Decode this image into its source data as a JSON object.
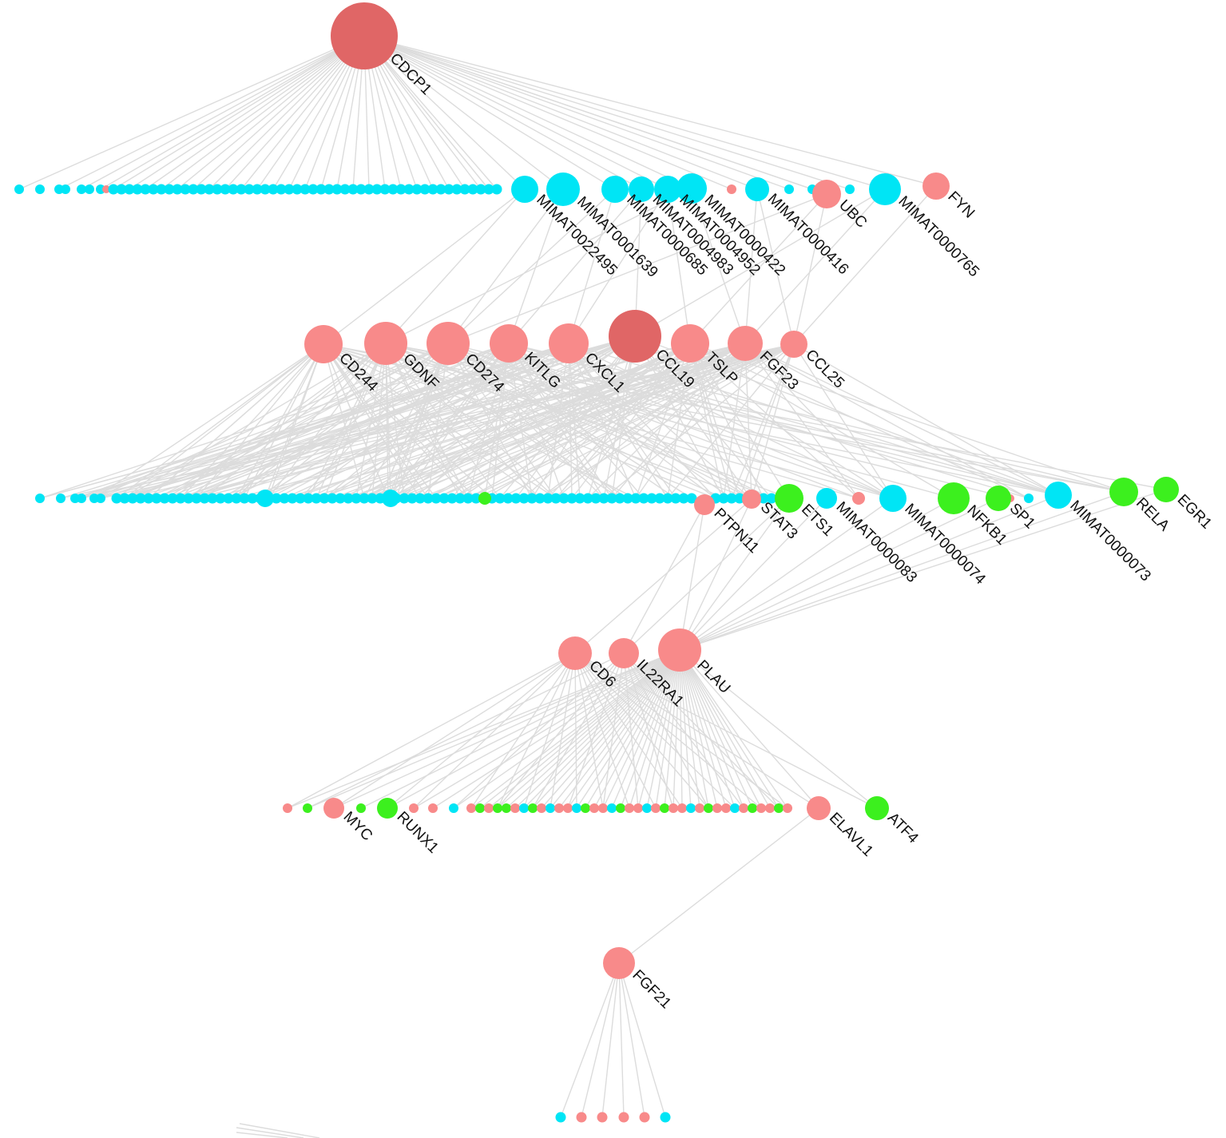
{
  "colors": {
    "edge": "#dcdcdc",
    "pink": "#f88a8a",
    "red": "#e06666",
    "cyan": "#00e5f5",
    "green": "#3cf01e"
  },
  "labels": {
    "CDCP1": "CDCP1",
    "MIMAT0022495": "MIMAT0022495",
    "MIMAT0001639": "MIMAT0001639",
    "MIMAT0000685": "MIMAT0000685",
    "MIMAT0004983": "MIMAT0004983",
    "MIMAT0004952": "MIMAT0004952",
    "MIMAT0000422": "MIMAT0000422",
    "MIMAT0000416": "MIMAT0000416",
    "UBC": "UBC",
    "MIMAT0000765": "MIMAT0000765",
    "FYN": "FYN",
    "CD244": "CD244",
    "GDNF": "GDNF",
    "CD274": "CD274",
    "KITLG": "KITLG",
    "CXCL1": "CXCL1",
    "CCL19": "CCL19",
    "TSLP": "TSLP",
    "FGF23": "FGF23",
    "CCL25": "CCL25",
    "PTPN11": "PTPN11",
    "STAT3": "STAT3",
    "ETS1": "ETS1",
    "MIMAT0000083": "MIMAT0000083",
    "MIMAT0000074": "MIMAT0000074",
    "NFKB1": "NFKB1",
    "SP1": "SP1",
    "MIMAT0000073": "MIMAT0000073",
    "RELA": "RELA",
    "EGR1": "EGR1",
    "CD6": "CD6",
    "IL22RA1": "IL22RA1",
    "PLAU": "PLAU",
    "MYC": "MYC",
    "RUNX1": "RUNX1",
    "ELAVL1": "ELAVL1",
    "ATF4": "ATF4",
    "FGF21": "FGF21"
  }
}
